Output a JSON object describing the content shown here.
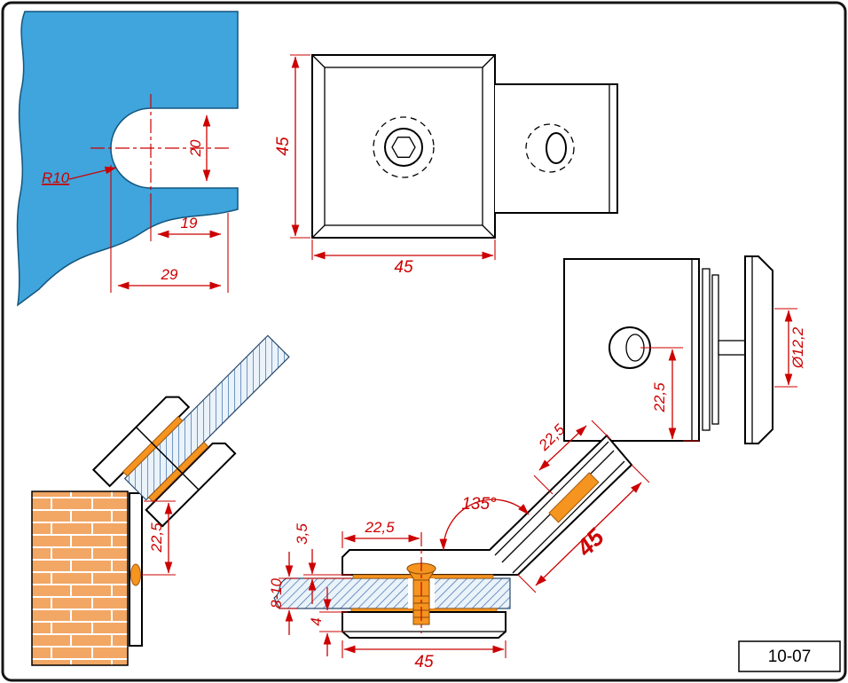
{
  "title_block": {
    "part_number": "10-07"
  },
  "colors": {
    "glass_blue": "#3fa5dc",
    "gasket_orange": "#f5941f",
    "dimension_red": "#cc0000",
    "brick_orange": "#f2a765"
  },
  "views": {
    "glass_cutout": {
      "dims": {
        "radius": "R10",
        "notch_width": "20",
        "center_to_edge": "19",
        "tangent_to_edge": "29"
      }
    },
    "front": {
      "dims": {
        "height": "45",
        "width": "45"
      }
    },
    "side": {
      "dims": {
        "hole_offset": "22,5",
        "hole_diameter": "Ø12,2"
      }
    },
    "wall_mounted": {
      "dims": {
        "hole_offset": "22,5"
      }
    },
    "section": {
      "dims": {
        "gasket_thickness": "3,5",
        "hole_offset": "22,5",
        "arm_angle": "135°",
        "arm_hole_offset": "22,5",
        "arm_width": "45",
        "glass_thickness": "8-10",
        "edge_clearance": "4",
        "body_width": "45"
      }
    }
  }
}
